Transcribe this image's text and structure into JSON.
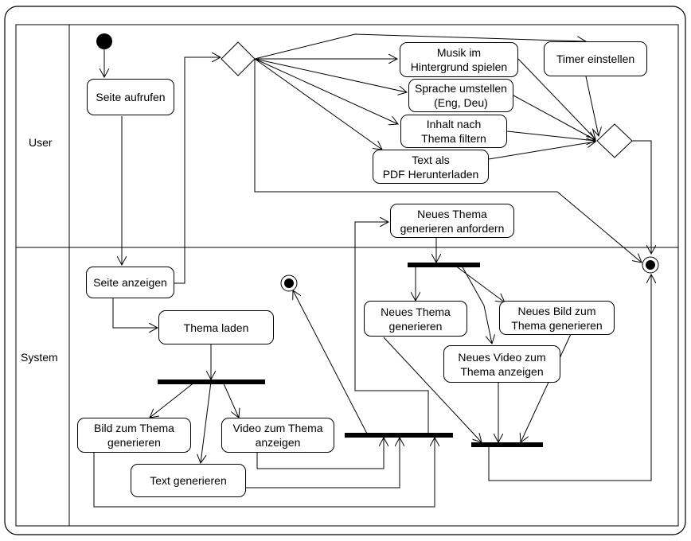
{
  "lanes": {
    "user": "User",
    "system": "System"
  },
  "nodes": {
    "seite_aufrufen": "Seite aufrufen",
    "musik": "Musik im\nHintergrund spielen",
    "timer": "Timer einstellen",
    "sprache": "Sprache umstellen\n(Eng, Deu)",
    "inhalt": "Inhalt nach\nThema filtern",
    "pdf": "Text als\nPDF Herunterladen",
    "neues_thema_anfordern": "Neues Thema\ngenerieren anfordern",
    "seite_anzeigen": "Seite anzeigen",
    "thema_laden": "Thema laden",
    "neues_thema_generieren": "Neues Thema\ngenerieren",
    "neues_bild": "Neues Bild zum\nThema generieren",
    "neues_video": "Neues Video zum\nThema anzeigen",
    "bild": "Bild zum Thema\ngenerieren",
    "video": "Video zum Thema\nanzeigen",
    "text": "Text generieren"
  }
}
